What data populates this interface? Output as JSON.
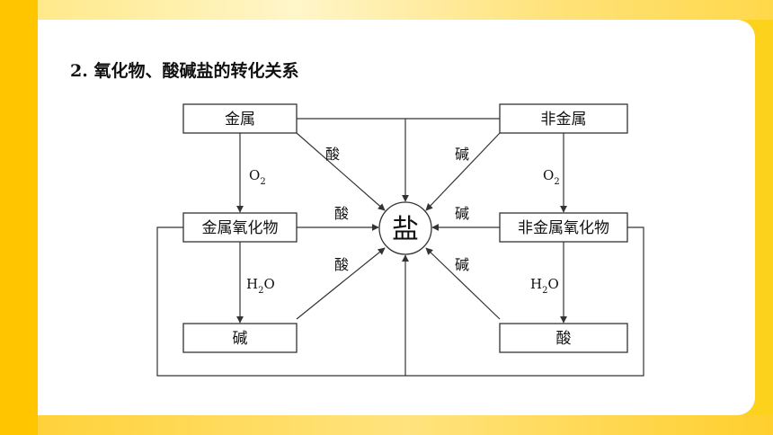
{
  "heading": {
    "number": "2.",
    "text": "氧化物、酸碱盐的转化关系"
  },
  "nodes": {
    "metal": "金属",
    "nonmetal": "非金属",
    "metal_oxide": "金属氧化物",
    "nonmetal_oxide": "非金属氧化物",
    "base": "碱",
    "acid": "酸",
    "salt": "盐"
  },
  "edge_labels": {
    "left_top": "酸",
    "left_mid": "酸",
    "left_bottom": "酸",
    "right_top": "碱",
    "right_mid": "碱",
    "right_bottom": "碱"
  },
  "reagents": {
    "o2_left": {
      "main": "O",
      "sub": "2"
    },
    "o2_right": {
      "main": "O",
      "sub": "2"
    },
    "h2o_left": {
      "pre": "H",
      "sub": "2",
      "post": "O"
    },
    "h2o_right": {
      "pre": "H",
      "sub": "2",
      "post": "O"
    }
  },
  "colors": {
    "frame_yellow": "#ffc600",
    "card_white": "#ffffff",
    "line": "#333333"
  }
}
